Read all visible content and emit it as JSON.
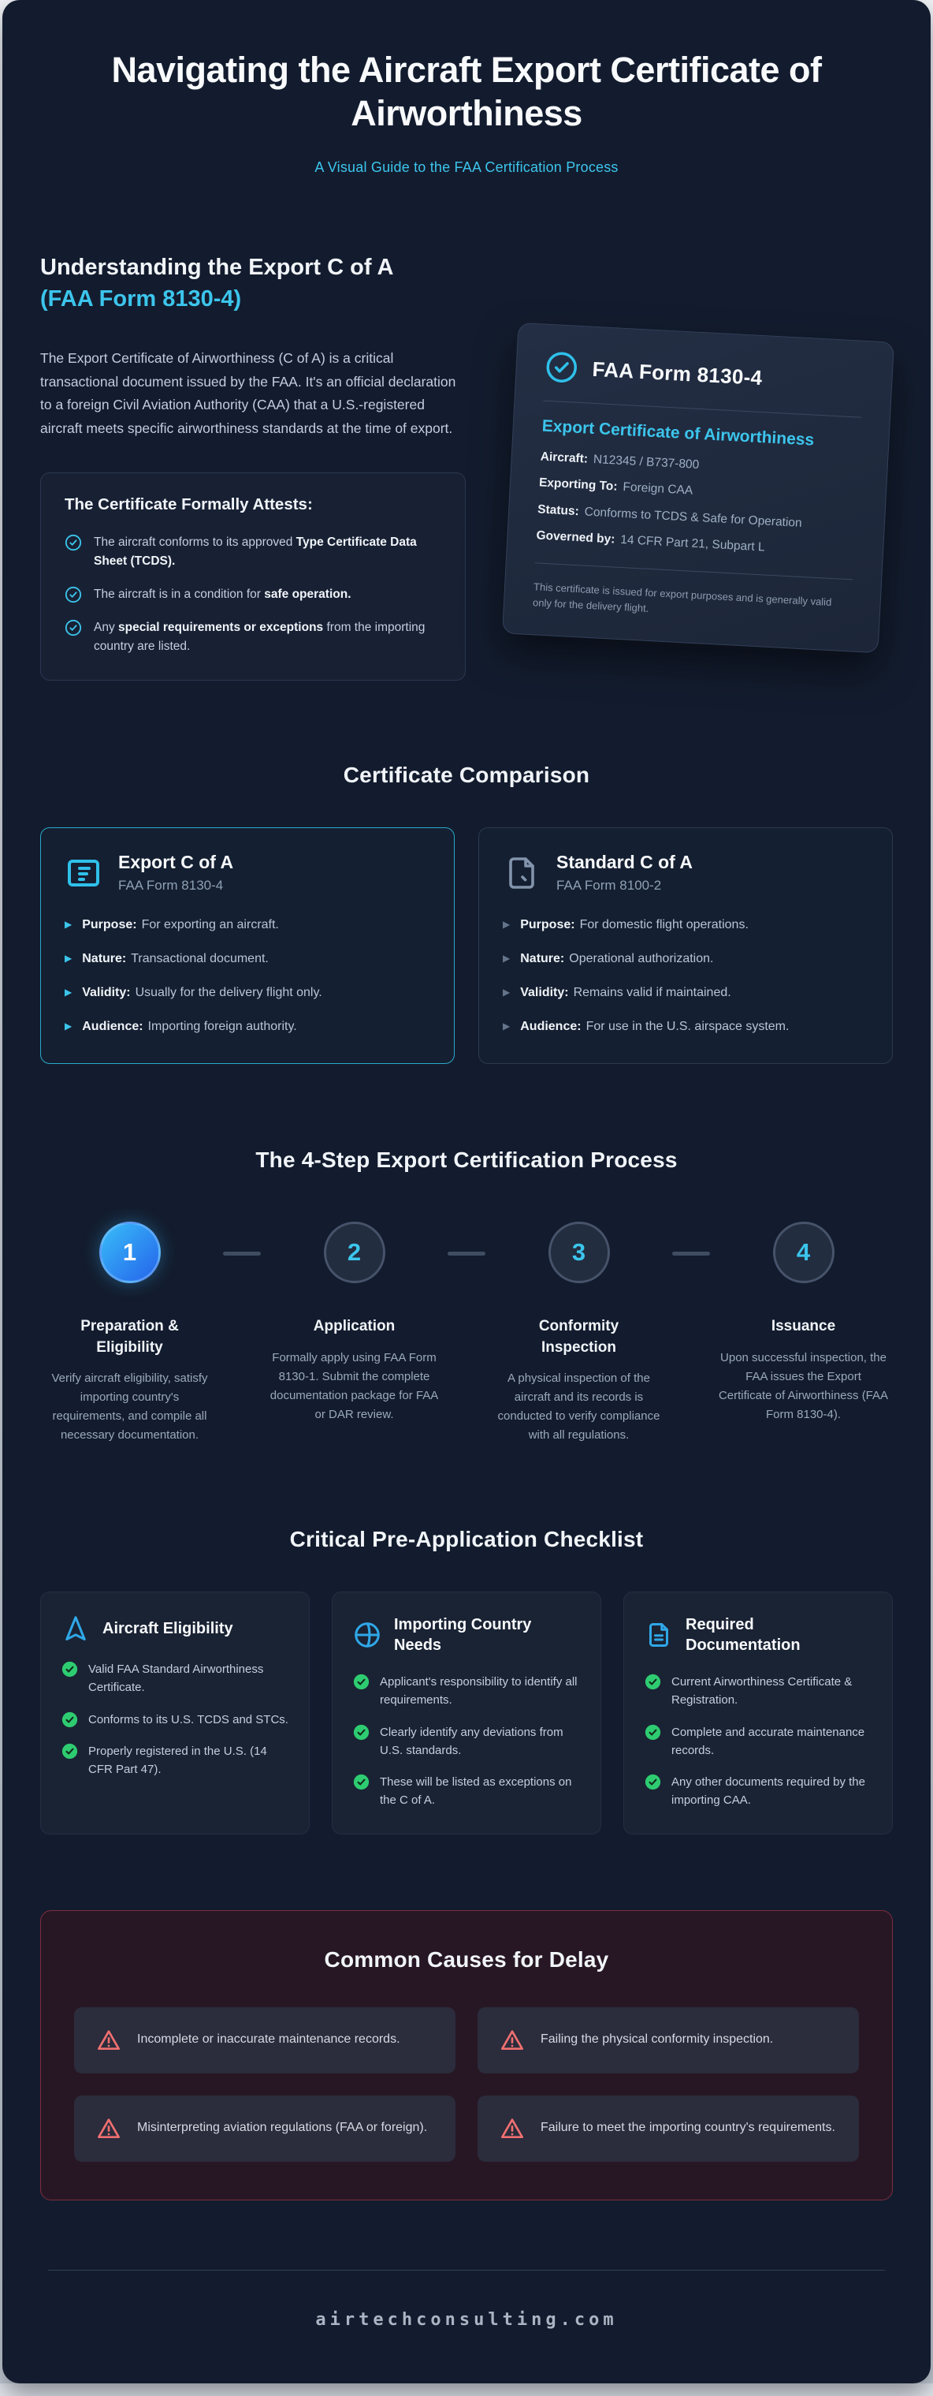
{
  "page": {
    "title": "Navigating the Aircraft Export Certificate of Airworthiness",
    "subtitle": "A Visual Guide to the FAA Certification Process",
    "footer_domain": "airtechconsulting.com"
  },
  "colors": {
    "background": "#131c2e",
    "accent_cyan": "#3cc5ec",
    "accent_blue": "#2563eb",
    "success_green": "#2ecc71",
    "warning_red": "#ef7070",
    "delay_panel_bg": "#271724",
    "delay_panel_border": "#7e2c3f"
  },
  "understanding": {
    "heading_line1": "Understanding the Export C of A",
    "heading_line2": "(FAA Form 8130-4)",
    "paragraph": "The Export Certificate of Airworthiness (C of A) is a critical transactional document issued by the FAA. It's an official declaration to a foreign Civil Aviation Authority (CAA) that a U.S.-registered aircraft meets specific airworthiness standards at the time of export.",
    "attests": {
      "heading": "The Certificate Formally Attests:",
      "items": [
        {
          "pre": "The aircraft conforms to its approved ",
          "bold": "Type Certificate Data Sheet (TCDS).",
          "post": ""
        },
        {
          "pre": "The aircraft is in a condition for ",
          "bold": "safe operation.",
          "post": ""
        },
        {
          "pre": "Any ",
          "bold": "special requirements or exceptions",
          "post": " from the importing country are listed."
        }
      ]
    },
    "certificate_card": {
      "icon": "check-circle-icon",
      "form_name": "FAA Form 8130-4",
      "title": "Export Certificate of Airworthiness",
      "rows": [
        {
          "label": "Aircraft:",
          "value": "N12345 / B737-800"
        },
        {
          "label": "Exporting To:",
          "value": "Foreign CAA"
        },
        {
          "label": "Status:",
          "value": "Conforms to TCDS & Safe for Operation"
        },
        {
          "label": "Governed by:",
          "value": "14 CFR Part 21, Subpart L"
        }
      ],
      "note": "This certificate is issued for export purposes and is generally valid only for the delivery flight."
    }
  },
  "comparison": {
    "heading": "Certificate Comparison",
    "cards": [
      {
        "icon": "form-lines-icon",
        "title": "Export C of A",
        "subtitle": "FAA Form 8130-4",
        "items": [
          {
            "label": "Purpose:",
            "value": "For exporting an aircraft."
          },
          {
            "label": "Nature:",
            "value": "Transactional document."
          },
          {
            "label": "Validity:",
            "value": "Usually for the delivery flight only."
          },
          {
            "label": "Audience:",
            "value": "Importing foreign authority."
          }
        ]
      },
      {
        "icon": "file-icon",
        "title": "Standard C of A",
        "subtitle": "FAA Form 8100-2",
        "items": [
          {
            "label": "Purpose:",
            "value": "For domestic flight operations."
          },
          {
            "label": "Nature:",
            "value": "Operational authorization."
          },
          {
            "label": "Validity:",
            "value": "Remains valid if maintained."
          },
          {
            "label": "Audience:",
            "value": "For use in the U.S. airspace system."
          }
        ]
      }
    ]
  },
  "process": {
    "heading": "The 4-Step Export Certification Process",
    "steps": [
      {
        "number": "1",
        "title": "Preparation & Eligibility",
        "description": "Verify aircraft eligibility, satisfy importing country's requirements, and compile all necessary documentation."
      },
      {
        "number": "2",
        "title": "Application",
        "description": "Formally apply using FAA Form 8130-1. Submit the complete documentation package for FAA or DAR review."
      },
      {
        "number": "3",
        "title": "Conformity Inspection",
        "description": "A physical inspection of the aircraft and its records is conducted to verify compliance with all regulations."
      },
      {
        "number": "4",
        "title": "Issuance",
        "description": "Upon successful inspection, the FAA issues the Export Certificate of Airworthiness (FAA Form 8130-4)."
      }
    ]
  },
  "checklist": {
    "heading": "Critical Pre-Application Checklist",
    "cards": [
      {
        "icon": "plane-icon",
        "title": "Aircraft Eligibility",
        "items": [
          "Valid FAA Standard Airworthiness Certificate.",
          "Conforms to its U.S. TCDS and STCs.",
          "Properly registered in the U.S. (14 CFR Part 47)."
        ]
      },
      {
        "icon": "globe-icon",
        "title": "Importing Country Needs",
        "items": [
          "Applicant's responsibility to identify all requirements.",
          "Clearly identify any deviations from U.S. standards.",
          "These will be listed as exceptions on the C of A."
        ]
      },
      {
        "icon": "document-icon",
        "title": "Required Documentation",
        "items": [
          "Current Airworthiness Certificate & Registration.",
          "Complete and accurate maintenance records.",
          "Any other documents required by the importing CAA."
        ]
      }
    ]
  },
  "delays": {
    "heading": "Common Causes for Delay",
    "items": [
      "Incomplete or inaccurate maintenance records.",
      "Failing the physical conformity inspection.",
      "Misinterpreting aviation regulations (FAA or foreign).",
      "Failure to meet the importing country's requirements."
    ]
  }
}
